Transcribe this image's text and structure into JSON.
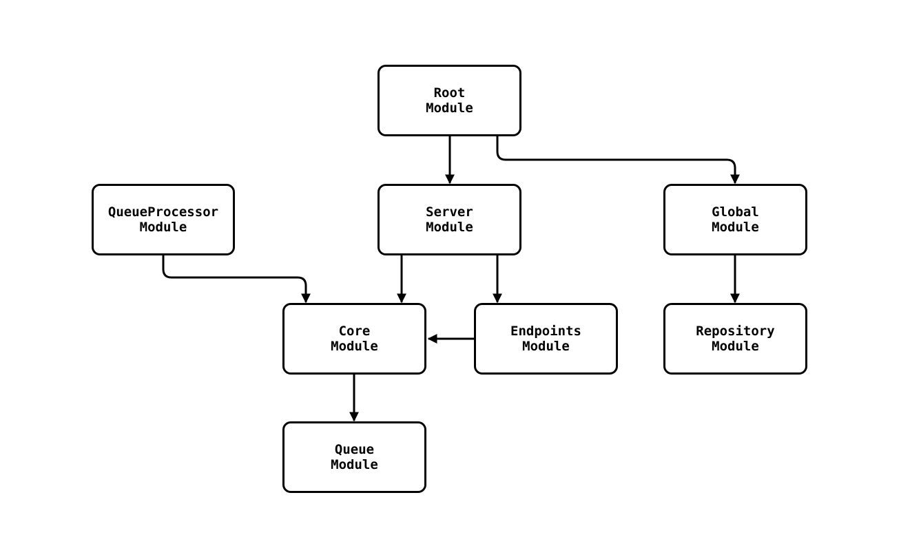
{
  "diagram": {
    "type": "flowchart",
    "colors": {
      "background": "#ffffff",
      "node_fill": "#ffffff",
      "node_border": "#000000",
      "edge": "#000000",
      "text": "#000000"
    },
    "nodes": [
      {
        "id": "root",
        "label": "Root\nModule"
      },
      {
        "id": "queueprocessor",
        "label": "QueueProcessor\nModule"
      },
      {
        "id": "server",
        "label": "Server\nModule"
      },
      {
        "id": "global",
        "label": "Global\nModule"
      },
      {
        "id": "core",
        "label": "Core\nModule"
      },
      {
        "id": "endpoints",
        "label": "Endpoints\nModule"
      },
      {
        "id": "repository",
        "label": "Repository\nModule"
      },
      {
        "id": "queue",
        "label": "Queue\nModule"
      }
    ],
    "edges": [
      {
        "from": "root",
        "to": "server"
      },
      {
        "from": "root",
        "to": "global"
      },
      {
        "from": "queueprocessor",
        "to": "core"
      },
      {
        "from": "server",
        "to": "core"
      },
      {
        "from": "server",
        "to": "endpoints"
      },
      {
        "from": "global",
        "to": "repository"
      },
      {
        "from": "endpoints",
        "to": "core"
      },
      {
        "from": "core",
        "to": "queue"
      }
    ]
  }
}
